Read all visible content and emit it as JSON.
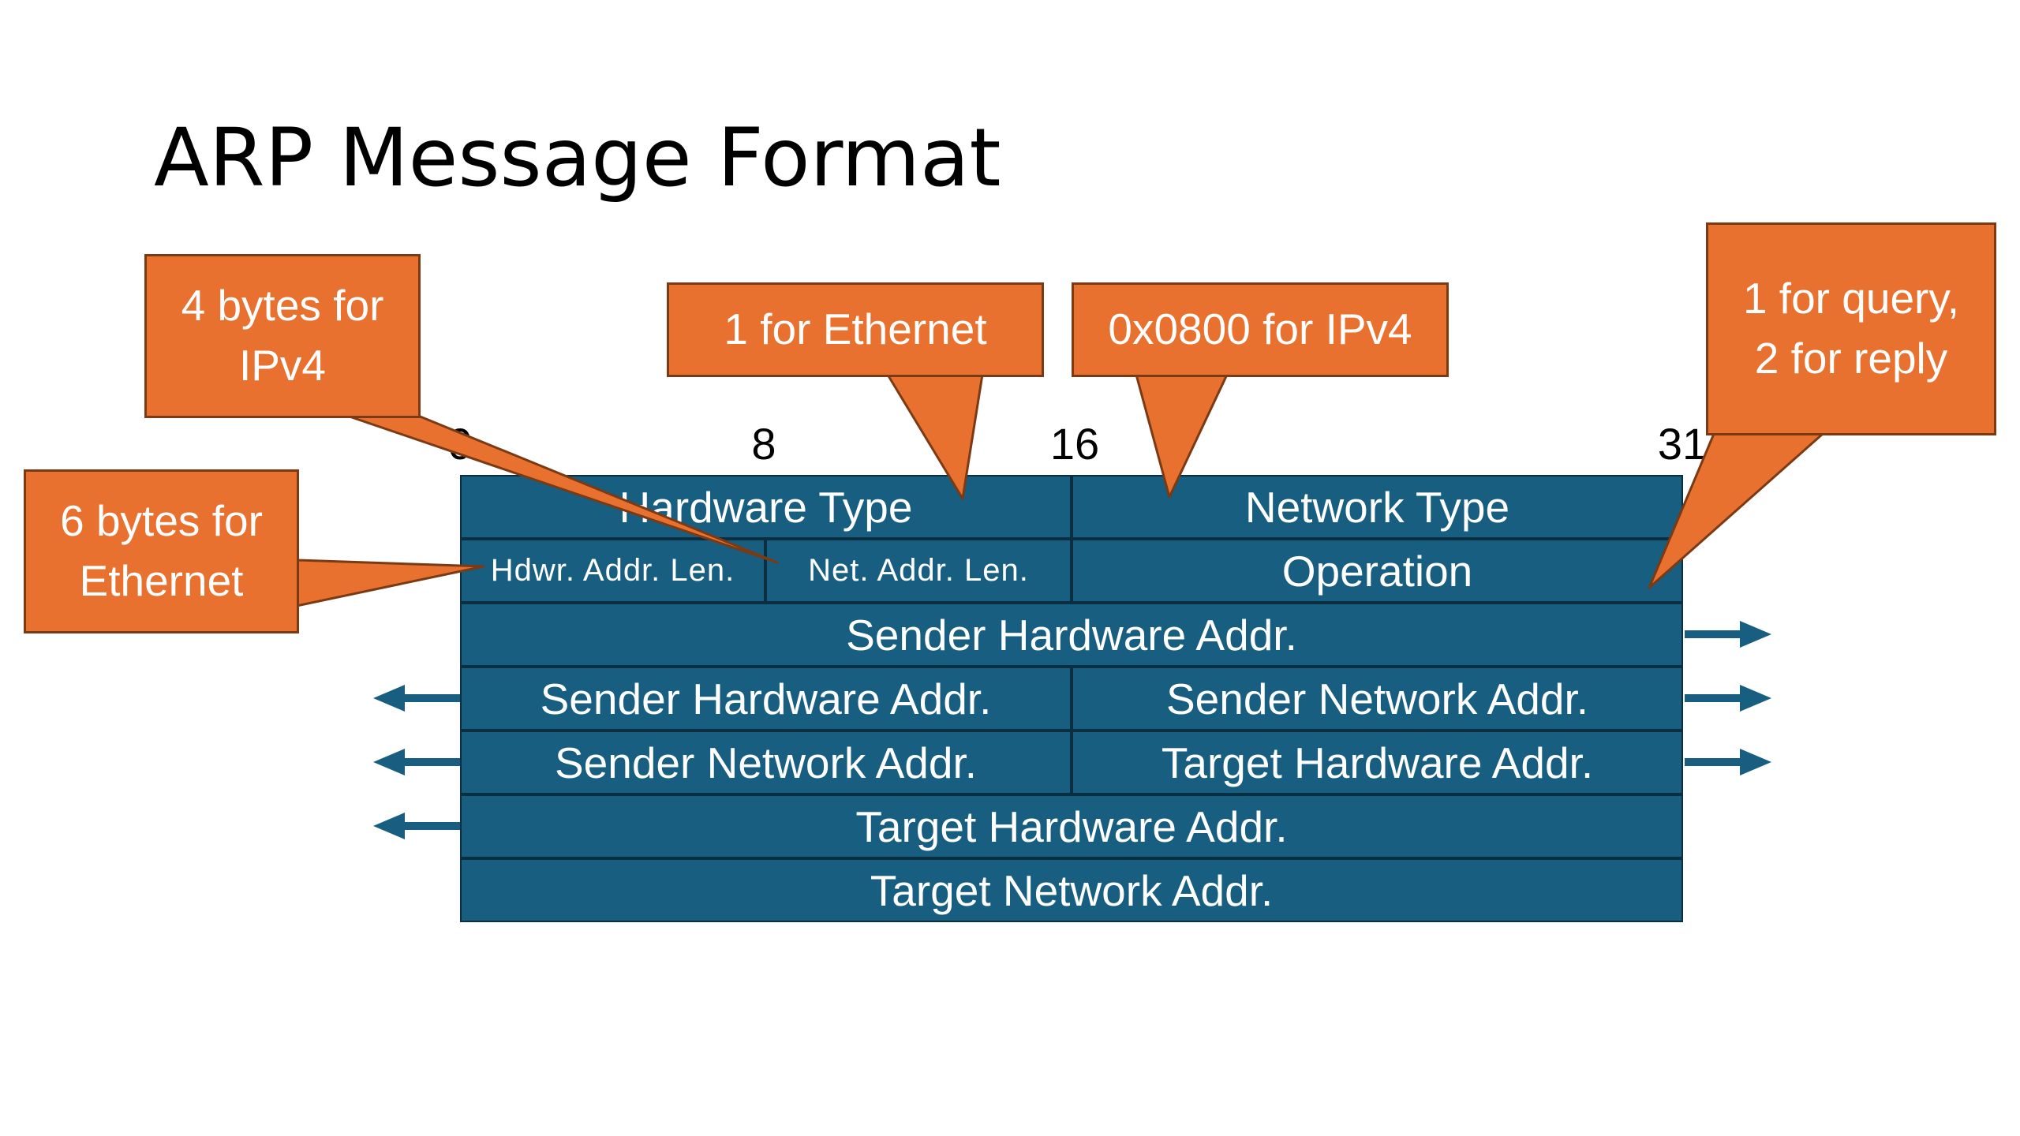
{
  "title": "ARP Message Format",
  "bit_markers": [
    "0",
    "8",
    "16",
    "31"
  ],
  "fields": {
    "hardware_type": "Hardware Type",
    "network_type": "Network Type",
    "hdwr_addr_len": "Hdwr. Addr. Len.",
    "net_addr_len": "Net. Addr. Len.",
    "operation": "Operation",
    "sender_hw_addr_1": "Sender Hardware Addr.",
    "sender_hw_addr_2": "Sender Hardware Addr.",
    "sender_net_addr_1": "Sender Network Addr.",
    "sender_net_addr_2": "Sender Network Addr.",
    "target_hw_addr_1": "Target Hardware Addr.",
    "target_hw_addr_2": "Target Hardware Addr.",
    "target_net_addr": "Target Network Addr."
  },
  "callouts": {
    "ipv4_len": "4 bytes for\nIPv4",
    "ethernet_type": "1 for Ethernet",
    "ipv4_type": "0x0800 for IPv4",
    "operation": "1 for query,\n2 for reply",
    "ethernet_len": "6 bytes for\nEthernet"
  },
  "colors": {
    "field_fill": "#175e80",
    "callout_fill": "#e8712f",
    "arrow": "#175e80"
  }
}
